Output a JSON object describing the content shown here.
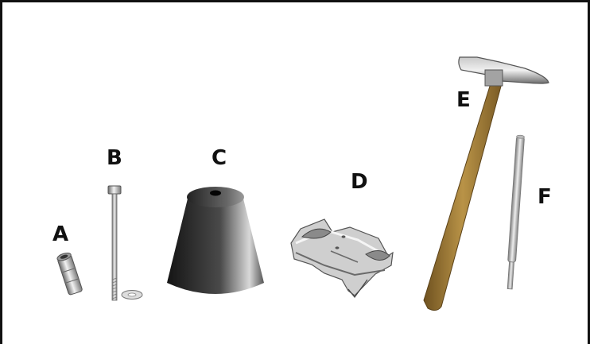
{
  "labels": {
    "a": "A",
    "b": "B",
    "c": "C",
    "d": "D",
    "e": "E",
    "f": "F"
  },
  "colors": {
    "frame": "#111111",
    "metal_light": "#e9e9e9",
    "metal_dark": "#5a5a5a",
    "cone_dark": "#141414",
    "wood": "#8b6a2c",
    "wood_light": "#b99347"
  }
}
